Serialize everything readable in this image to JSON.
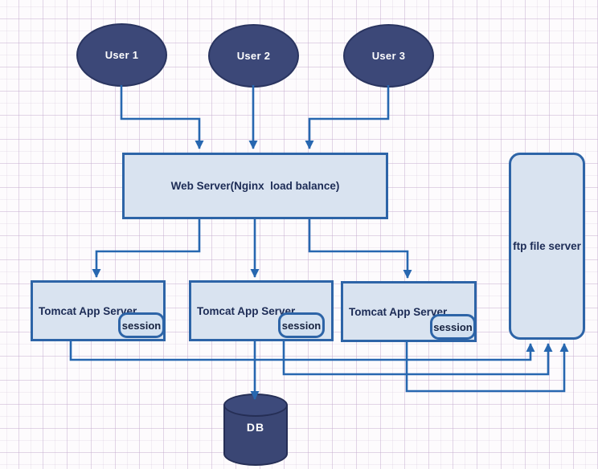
{
  "diagram": {
    "title_hint": "nginx load-balanced web architecture",
    "nodes": {
      "user1": {
        "label": "User 1",
        "shape": "ellipse"
      },
      "user2": {
        "label": "User 2",
        "shape": "ellipse"
      },
      "user3": {
        "label": "User 3",
        "shape": "ellipse"
      },
      "web_server": {
        "label": "Web Server(Nginx  load balance)",
        "shape": "rectangle"
      },
      "tomcat1": {
        "label": "Tomcat App Server",
        "badge": "session",
        "shape": "rectangle"
      },
      "tomcat2": {
        "label": "Tomcat App Server",
        "badge": "session",
        "shape": "rectangle"
      },
      "tomcat3": {
        "label": "Tomcat App Server",
        "badge": "session",
        "shape": "rectangle"
      },
      "ftp": {
        "label": "ftp file server",
        "shape": "rounded-rectangle"
      },
      "db": {
        "label": "DB",
        "shape": "cylinder"
      }
    },
    "edges": [
      {
        "from": "user1",
        "to": "web_server"
      },
      {
        "from": "user2",
        "to": "web_server"
      },
      {
        "from": "user3",
        "to": "web_server"
      },
      {
        "from": "web_server",
        "to": "tomcat1"
      },
      {
        "from": "web_server",
        "to": "tomcat2"
      },
      {
        "from": "web_server",
        "to": "tomcat3"
      },
      {
        "from": "tomcat1",
        "to": "ftp"
      },
      {
        "from": "tomcat2",
        "to": "ftp"
      },
      {
        "from": "tomcat3",
        "to": "ftp"
      },
      {
        "from": "tomcat2",
        "to": "db"
      }
    ],
    "colors": {
      "dark_node_fill": "#3c4878",
      "dark_node_border": "#2a3560",
      "light_node_fill": "#d9e3f0",
      "light_node_border": "#2d64a7",
      "connector": "#2767b0",
      "label_dark": "#1c2b55",
      "label_light": "#ffffff",
      "grid_line": "#e4d8e8",
      "background": "#fdfbfd"
    }
  }
}
